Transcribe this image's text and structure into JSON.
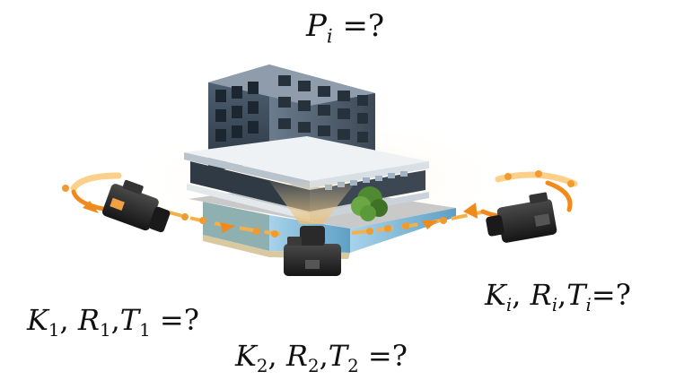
{
  "labels": {
    "point": {
      "var": "P",
      "sub": "i",
      "rest": " =?"
    },
    "cam1": [
      {
        "var": "K",
        "sub": "1"
      },
      {
        "var": "R",
        "sub": "1"
      },
      {
        "var": "T",
        "sub": "1"
      }
    ],
    "cam1_rest": " =?",
    "cam2": [
      {
        "var": "K",
        "sub": "2"
      },
      {
        "var": "R",
        "sub": "2"
      },
      {
        "var": "T",
        "sub": "2"
      }
    ],
    "cam2_rest": " =?",
    "cami": [
      {
        "var": "K",
        "sub": "i"
      },
      {
        "var": "R",
        "sub": "i"
      },
      {
        "var": "T",
        "sub": "i"
      }
    ],
    "cami_rest": "=?"
  },
  "colors": {
    "arrow": "#f08a1c",
    "arrow_light": "#fbd08a",
    "dot": "#f39a2e",
    "camera": "#2b2b2b",
    "building": "#3d4a58",
    "water": "#7fb8d6"
  },
  "icons": [
    "camera-icon",
    "building-icon",
    "tree-icon"
  ]
}
